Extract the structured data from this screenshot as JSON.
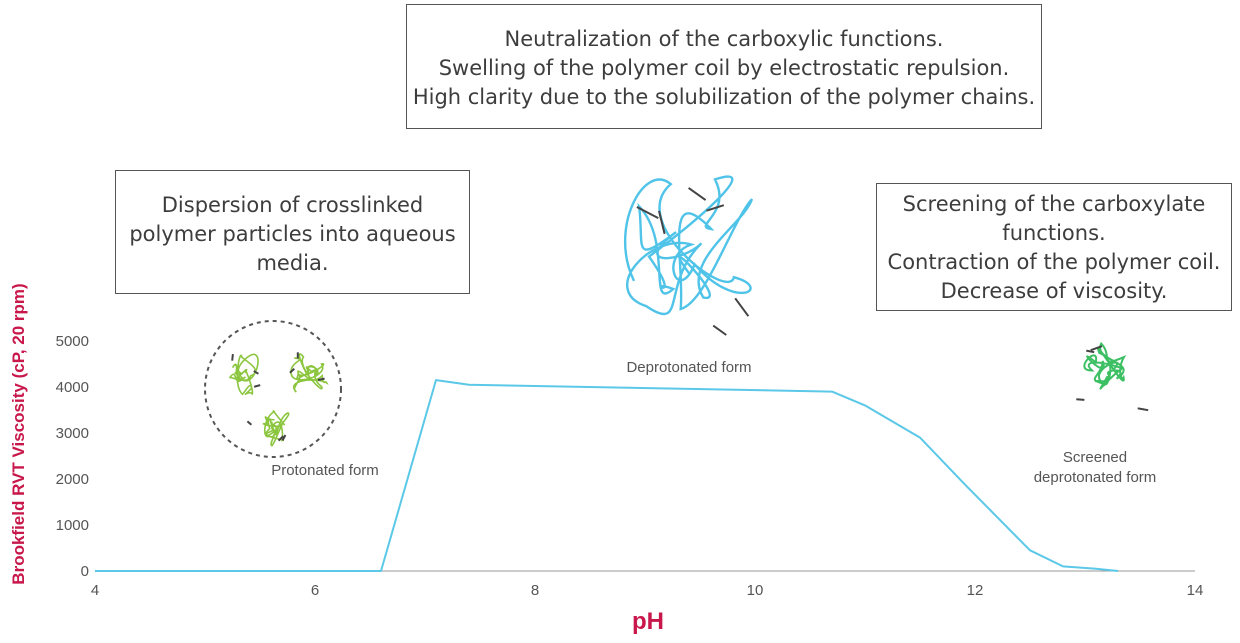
{
  "annotations": {
    "top": [
      "Neutralization of the carboxylic functions.",
      "Swelling of the polymer coil by electrostatic repulsion.",
      "High clarity due to the solubilization of the polymer chains."
    ],
    "left": [
      "Dispersion of crosslinked",
      "polymer particles into aqueous",
      "media."
    ],
    "right": [
      "Screening of the carboxylate",
      "functions.",
      "Contraction of the polymer coil.",
      "Decrease of viscosity."
    ]
  },
  "captions": {
    "protonated": "Protonated form",
    "deprotonated": "Deprotonated form",
    "screened_1": "Screened",
    "screened_2": "deprotonated form"
  },
  "colors": {
    "line": "#5bc8e8",
    "axis_label": "#c8174a",
    "protonated": "#8cc63f",
    "deprotonated": "#4fc3e8",
    "screened": "#3dbf63"
  },
  "chart_data": {
    "type": "line",
    "xlabel": "pH",
    "ylabel": "Brookfield RVT Viscosity (cP, 20 rpm)",
    "xlim": [
      4,
      14
    ],
    "ylim": [
      0,
      5000
    ],
    "xticks": [
      "4",
      "6",
      "8",
      "10",
      "12",
      "14"
    ],
    "yticks": [
      "0",
      "1000",
      "2000",
      "3000",
      "4000",
      "5000"
    ],
    "series": [
      {
        "x": [
          4.0,
          6.6,
          7.1,
          7.4,
          10.7,
          11.0,
          11.5,
          11.9,
          12.5,
          12.8,
          13.1,
          13.3
        ],
        "y": [
          0,
          0,
          4150,
          4050,
          3900,
          3600,
          2900,
          1900,
          450,
          100,
          50,
          0
        ]
      }
    ]
  }
}
